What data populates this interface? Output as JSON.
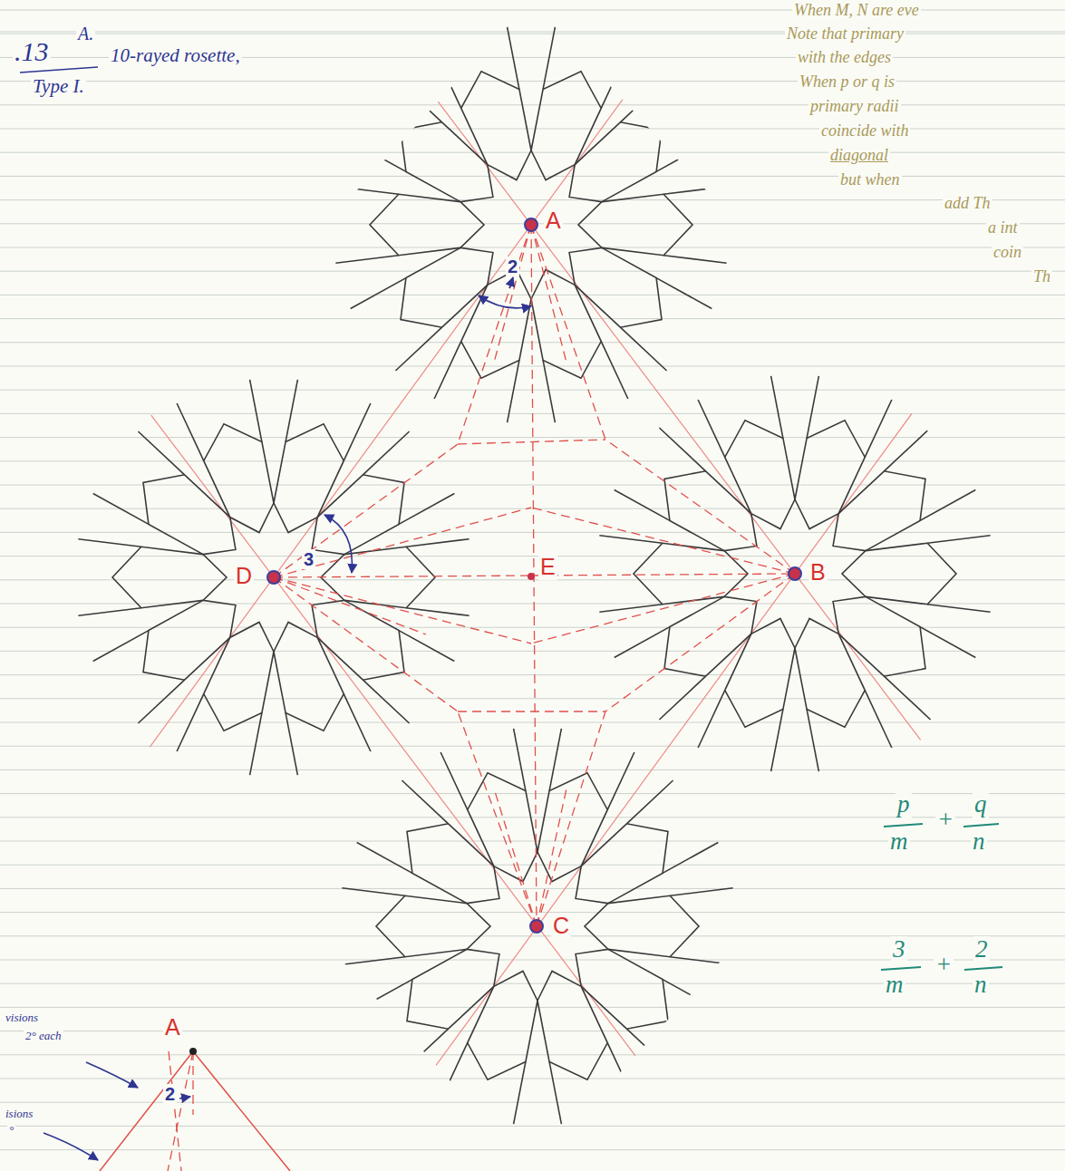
{
  "diagram": {
    "labels": [
      ".13",
      "A.",
      "10-rayed rosette,",
      "Type I.",
      "A",
      "B",
      "C",
      "D",
      "E",
      "2",
      "3",
      "When M, N are eve",
      "Note that primary",
      "with the edges",
      "When p or q is",
      "primary radii",
      "coincide with",
      "diagonal",
      "but when",
      "add Th",
      "a int",
      "coin",
      "Th",
      "p",
      "m",
      "+",
      "q",
      "n",
      "3",
      "m",
      "+",
      "2",
      "n",
      "A",
      "2",
      "visions",
      "2° each",
      "isions",
      "°"
    ]
  }
}
